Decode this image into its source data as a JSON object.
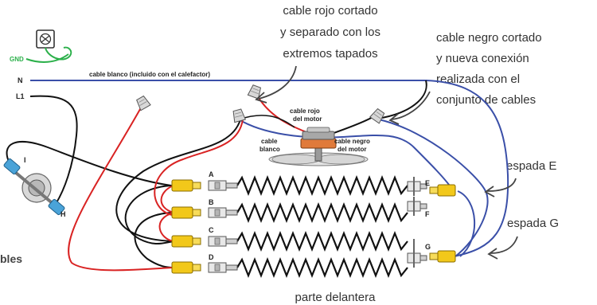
{
  "callouts": {
    "red_cut_line1": "cable rojo cortado",
    "red_cut_line2": "y separado con los",
    "red_cut_line3": "extremos tapados",
    "black_cut_line1": "cable negro cortado",
    "black_cut_line2": "y nueva conexión",
    "black_cut_line3": "realizada con el",
    "black_cut_line4": "conjunto de cables",
    "spade_e": "espada E",
    "spade_g": "espada G",
    "front": "parte delantera"
  },
  "labels": {
    "gnd": "GND",
    "n": "N",
    "l1": "L1",
    "white_cable": "cable blanco (incluido con el calefactor)",
    "motor_red_1": "cable rojo",
    "motor_red_2": "del motor",
    "motor_black_1": "cable negro",
    "motor_black_2": "del motor",
    "white_1": "cable",
    "white_2": "blanco",
    "switch_i": "I",
    "switch_h": "H",
    "partial_left": "bles"
  },
  "elements": {
    "left_terminals": [
      "A",
      "B",
      "C",
      "D"
    ],
    "right_terminals": [
      "E",
      "F",
      "G"
    ]
  },
  "colors": {
    "neutral_wire": "#3a4fa8",
    "line_wire": "#111111",
    "red_wire": "#d92323",
    "ground_wire": "#2bb04a",
    "connector_yellow": "#f2c81a",
    "motor_orange": "#e07a3a",
    "callout_text": "#333333"
  }
}
